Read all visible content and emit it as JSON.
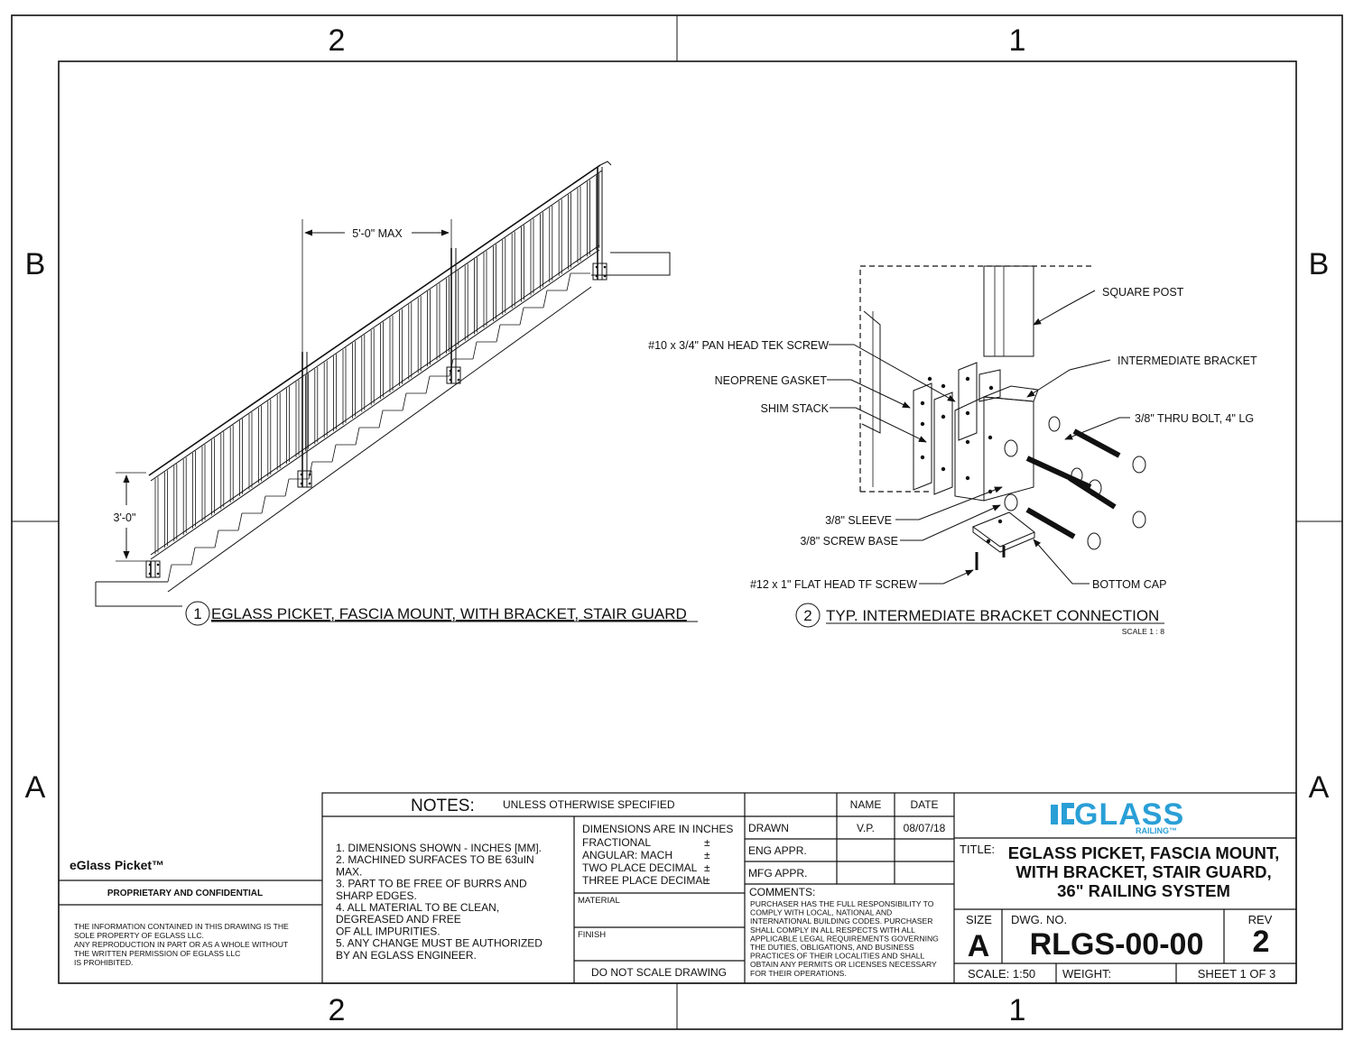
{
  "zones": {
    "top_left": "2",
    "top_right": "1",
    "bottom_left": "2",
    "bottom_right": "1",
    "left_upper": "B",
    "left_lower": "A",
    "right_upper": "B",
    "right_lower": "A"
  },
  "view1": {
    "dim_width": "5'-0\" MAX",
    "dim_height": "3'-0\"",
    "number": "1",
    "caption": "EGLASS PICKET, FASCIA MOUNT, WITH BRACKET, STAIR GUARD"
  },
  "view2": {
    "number": "2",
    "caption": "TYP. INTERMEDIATE BRACKET CONNECTION",
    "scale": "SCALE 1 : 8",
    "labels": {
      "square_post": "SQUARE POST",
      "tek_screw": "#10 x 3/4\" PAN HEAD TEK SCREW",
      "intermediate_bracket": "INTERMEDIATE BRACKET",
      "neoprene": "NEOPRENE GASKET",
      "shim": "SHIM STACK",
      "thru_bolt": "3/8\" THRU BOLT, 4\" LG",
      "sleeve": "3/8\" SLEEVE",
      "screw_base": "3/8\" SCREW BASE",
      "flat_screw": "#12 x 1\" FLAT HEAD TF SCREW",
      "bottom_cap": "BOTTOM CAP"
    }
  },
  "left_block": {
    "product": "eGlass Picket™",
    "proprietary": "PROPRIETARY AND CONFIDENTIAL",
    "legal": [
      "THE INFORMATION CONTAINED IN THIS DRAWING IS THE",
      "SOLE PROPERTY OF EGLASS LLC.",
      "ANY REPRODUCTION IN PART OR AS A WHOLE WITHOUT",
      "THE WRITTEN PERMISSION OF EGLASS LLC",
      "IS PROHIBITED."
    ]
  },
  "notes": {
    "heading": "NOTES:",
    "subheading": "UNLESS OTHERWISE SPECIFIED",
    "lines": [
      "1. DIMENSIONS SHOWN - INCHES [MM].",
      "2. MACHINED SURFACES TO BE 63uIN",
      "MAX.",
      "3. PART TO BE FREE OF BURRS AND",
      "SHARP EDGES.",
      "4. ALL MATERIAL TO BE CLEAN,",
      "DEGREASED AND FREE",
      "OF ALL IMPURITIES.",
      "5. ANY CHANGE MUST BE AUTHORIZED",
      "BY AN EGLASS ENGINEER."
    ]
  },
  "tolerances": {
    "lines": [
      "DIMENSIONS ARE IN INCHES",
      "FRACTIONAL",
      "ANGULAR: MACH",
      "TWO PLACE DECIMAL",
      "THREE PLACE DECIMAL"
    ],
    "pm": "±",
    "material": "MATERIAL",
    "finish": "FINISH",
    "do_not_scale": "DO NOT SCALE DRAWING"
  },
  "approvals": {
    "name_header": "NAME",
    "date_header": "DATE",
    "drawn": "DRAWN",
    "drawn_name": "V.P.",
    "drawn_date": "08/07/18",
    "eng": "ENG APPR.",
    "mfg": "MFG APPR.",
    "comments": "COMMENTS:",
    "comment_lines": [
      "PURCHASER HAS THE FULL RESPONSIBILITY TO",
      "COMPLY WITH LOCAL, NATIONAL AND",
      "INTERNATIONAL BUILDING CODES. PURCHASER",
      "SHALL COMPLY IN ALL RESPECTS WITH ALL",
      "APPLICABLE LEGAL REQUIREMENTS GOVERNING",
      "THE DUTIES, OBLIGATIONS, AND BUSINESS",
      "PRACTICES OF THEIR LOCALITIES AND SHALL",
      "OBTAIN ANY PERMITS OR LICENSES NECESSARY",
      "FOR THEIR OPERATIONS."
    ]
  },
  "logo": {
    "word": "GLASS",
    "sub": "RAILING™",
    "color": "#2a9fd6"
  },
  "title_block": {
    "title_label": "TITLE:",
    "title_lines": [
      "EGLASS PICKET, FASCIA MOUNT,",
      "WITH BRACKET, STAIR GUARD,",
      "36\" RAILING SYSTEM"
    ],
    "size_label": "SIZE",
    "size": "A",
    "dwg_label": "DWG.  NO.",
    "dwg_no": "RLGS-00-00",
    "rev_label": "REV",
    "rev": "2",
    "scale": "SCALE: 1:50",
    "weight": "WEIGHT:",
    "sheet": "SHEET 1 OF 3"
  }
}
